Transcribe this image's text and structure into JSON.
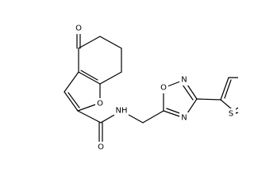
{
  "molecule": {
    "atoms": {
      "O_ketone": "O",
      "O_furan": "O",
      "O_amide": "O",
      "N_amide": "NH",
      "O_ring": "O",
      "N_ring_a": "N",
      "N_ring_b": "N",
      "S_thiophene": "S"
    }
  }
}
